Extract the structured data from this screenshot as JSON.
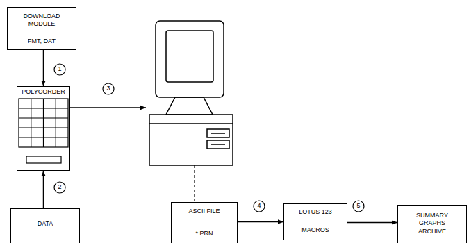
{
  "diagram": {
    "nodes": [
      {
        "text": [
          "DOWNLOAD MODULE",
          "FMT, DAT"
        ]
      },
      {
        "text": [
          "POLYCORDER"
        ]
      },
      {
        "text": [
          "DATA"
        ]
      },
      {
        "text": [
          "ASCII FILE",
          "*.PRN"
        ]
      },
      {
        "text": [
          "LOTUS 123",
          "MACROS"
        ]
      },
      {
        "text": [
          "SUMMARY GRAPHS ARCHIVE"
        ]
      }
    ],
    "edges": [
      {
        "from": 0,
        "to": 1,
        "arrow": "to"
      },
      {
        "from": 2,
        "to": 1,
        "arrow": "to"
      },
      {
        "from": 3,
        "to": 4,
        "arrow": "to"
      },
      {
        "from": 4,
        "to": 5,
        "arrow": "to"
      }
    ],
    "labels": [
      "1",
      "2",
      "3",
      "4",
      "5"
    ]
  }
}
